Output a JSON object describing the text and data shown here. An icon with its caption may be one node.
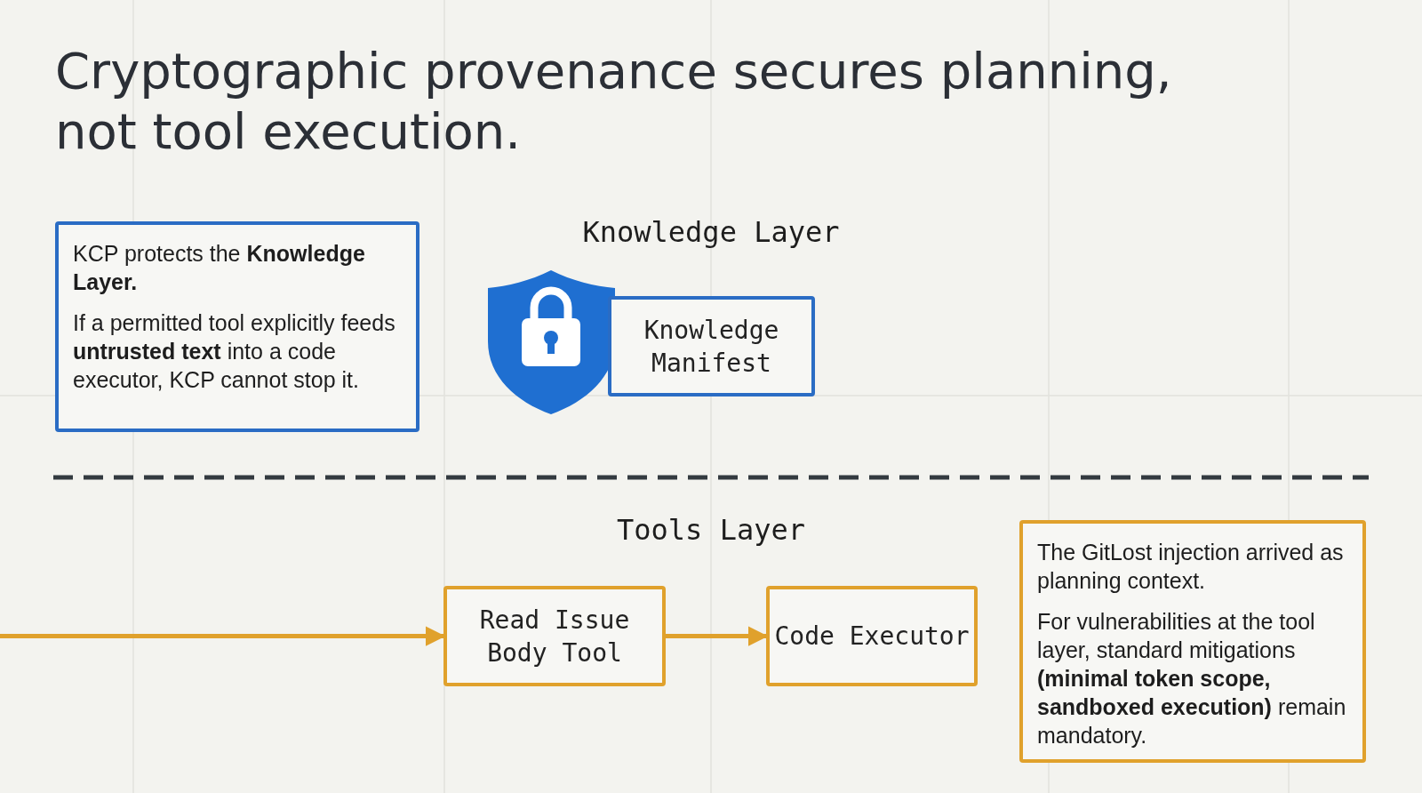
{
  "diagram": {
    "title": "Cryptographic provenance secures planning, not tool execution.",
    "nodes": [
      {
        "text": [
          "KCP protects the **Knowledge Layer.**",
          "If a permitted tool explicitly feeds **untrusted text** into a code executor, KCP cannot stop it."
        ]
      },
      {
        "text": [
          "Knowledge Manifest"
        ]
      },
      {
        "text": [
          "Read Issue Body Tool"
        ]
      },
      {
        "text": [
          "Code Executor"
        ]
      },
      {
        "text": [
          "The GitLost injection arrived as planning context.",
          "For vulnerabilities at the tool layer, standard mitigations **(minimal token scope, sandboxed execution)** remain mandatory."
        ]
      }
    ],
    "edges": [
      {
        "from": null,
        "to": 2,
        "arrow": "to"
      },
      {
        "from": 2,
        "to": 3,
        "arrow": "to"
      }
    ],
    "labels": [
      "Knowledge Layer",
      "Tools Layer"
    ]
  }
}
